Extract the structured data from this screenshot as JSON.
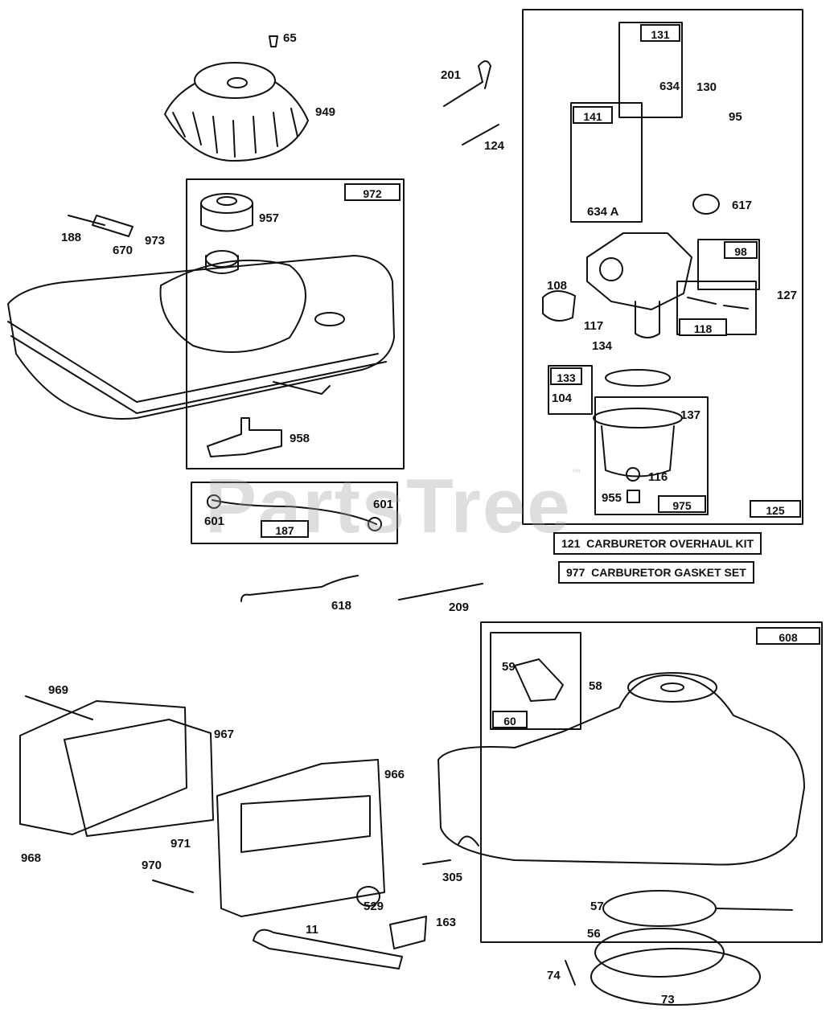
{
  "watermark": {
    "text": "PartsTree",
    "mark": "™"
  },
  "kits": {
    "k121": {
      "number": "121",
      "label": "CARBURETOR OVERHAUL KIT"
    },
    "k977": {
      "number": "977",
      "label": "CARBURETOR GASKET SET"
    }
  },
  "box_labels": {
    "b972": "972",
    "b131": "131",
    "b141": "141",
    "b98": "98",
    "b118": "118",
    "b133": "133",
    "b975": "975",
    "b125": "125",
    "b187": "187",
    "b608": "608",
    "b60": "60"
  },
  "parts": {
    "p65": "65",
    "p949": "949",
    "p201": "201",
    "p124": "124",
    "p634": "634",
    "p130": "130",
    "p95": "95",
    "p634a": "634 A",
    "p617": "617",
    "p188": "188",
    "p670": "670",
    "p973": "973",
    "p957": "957",
    "p958": "958",
    "p108": "108",
    "p117": "117",
    "p134": "134",
    "p127": "127",
    "p104": "104",
    "p137": "137",
    "p116": "116",
    "p955": "955",
    "p601a": "601",
    "p601b": "601",
    "p618": "618",
    "p209": "209",
    "p969": "969",
    "p967": "967",
    "p966": "966",
    "p968": "968",
    "p971": "971",
    "p970": "970",
    "p529": "529",
    "p11": "11",
    "p163": "163",
    "p305": "305",
    "p59": "59",
    "p58": "58",
    "p57": "57",
    "p56": "56",
    "p74": "74",
    "p73": "73"
  }
}
